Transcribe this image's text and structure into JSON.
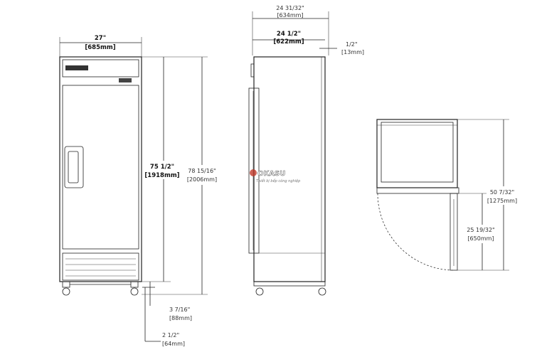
{
  "front_view": {
    "width": {
      "inches": "27\"",
      "mm": "[685mm]"
    },
    "height_body": {
      "inches": "75 1/2\"",
      "mm": "[1918mm]"
    },
    "height_total": {
      "inches": "78 15/16\"",
      "mm": "[2006mm]"
    },
    "caster_height": {
      "inches": "3 7/16\"",
      "mm": "[88mm]"
    },
    "leg_height": {
      "inches": "2 1/2\"",
      "mm": "[64mm]"
    }
  },
  "side_view": {
    "depth_total": {
      "inches": "24 31/32\"",
      "mm": "[634mm]"
    },
    "depth_body": {
      "inches": "24 1/2\"",
      "mm": "[622mm]"
    },
    "door_offset": {
      "inches": "1/2\"",
      "mm": "[13mm]"
    }
  },
  "top_view": {
    "total_depth": {
      "inches": "50 7/32\"",
      "mm": "[1275mm]"
    },
    "door_swing": {
      "inches": "25 19/32\"",
      "mm": "[650mm]"
    }
  },
  "watermark": {
    "brand": "OKASU",
    "tagline": "Thiết bị bếp công nghiệp"
  }
}
